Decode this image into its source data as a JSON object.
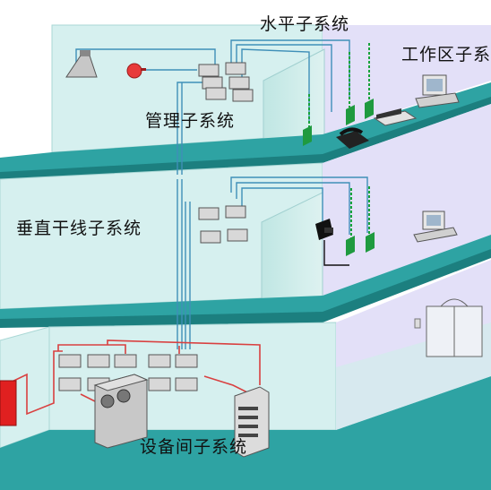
{
  "labels": {
    "horizontal": "水平子系统",
    "work_area": "工作区子系统",
    "management": "管理子系统",
    "vertical": "垂直干线子系统",
    "equipment": "设备间子系统"
  },
  "colors": {
    "wall": "#d6f0ef",
    "wall_edge": "#9fcfcf",
    "floor_top": "#2ea3a3",
    "floor_edge": "#1c7f7f",
    "back_wall": "#e3e0f8",
    "cable_blue": "#3f8fb8",
    "cable_green": "#17a33a",
    "cable_red": "#d94040",
    "outlet": "#1f9a3f"
  }
}
